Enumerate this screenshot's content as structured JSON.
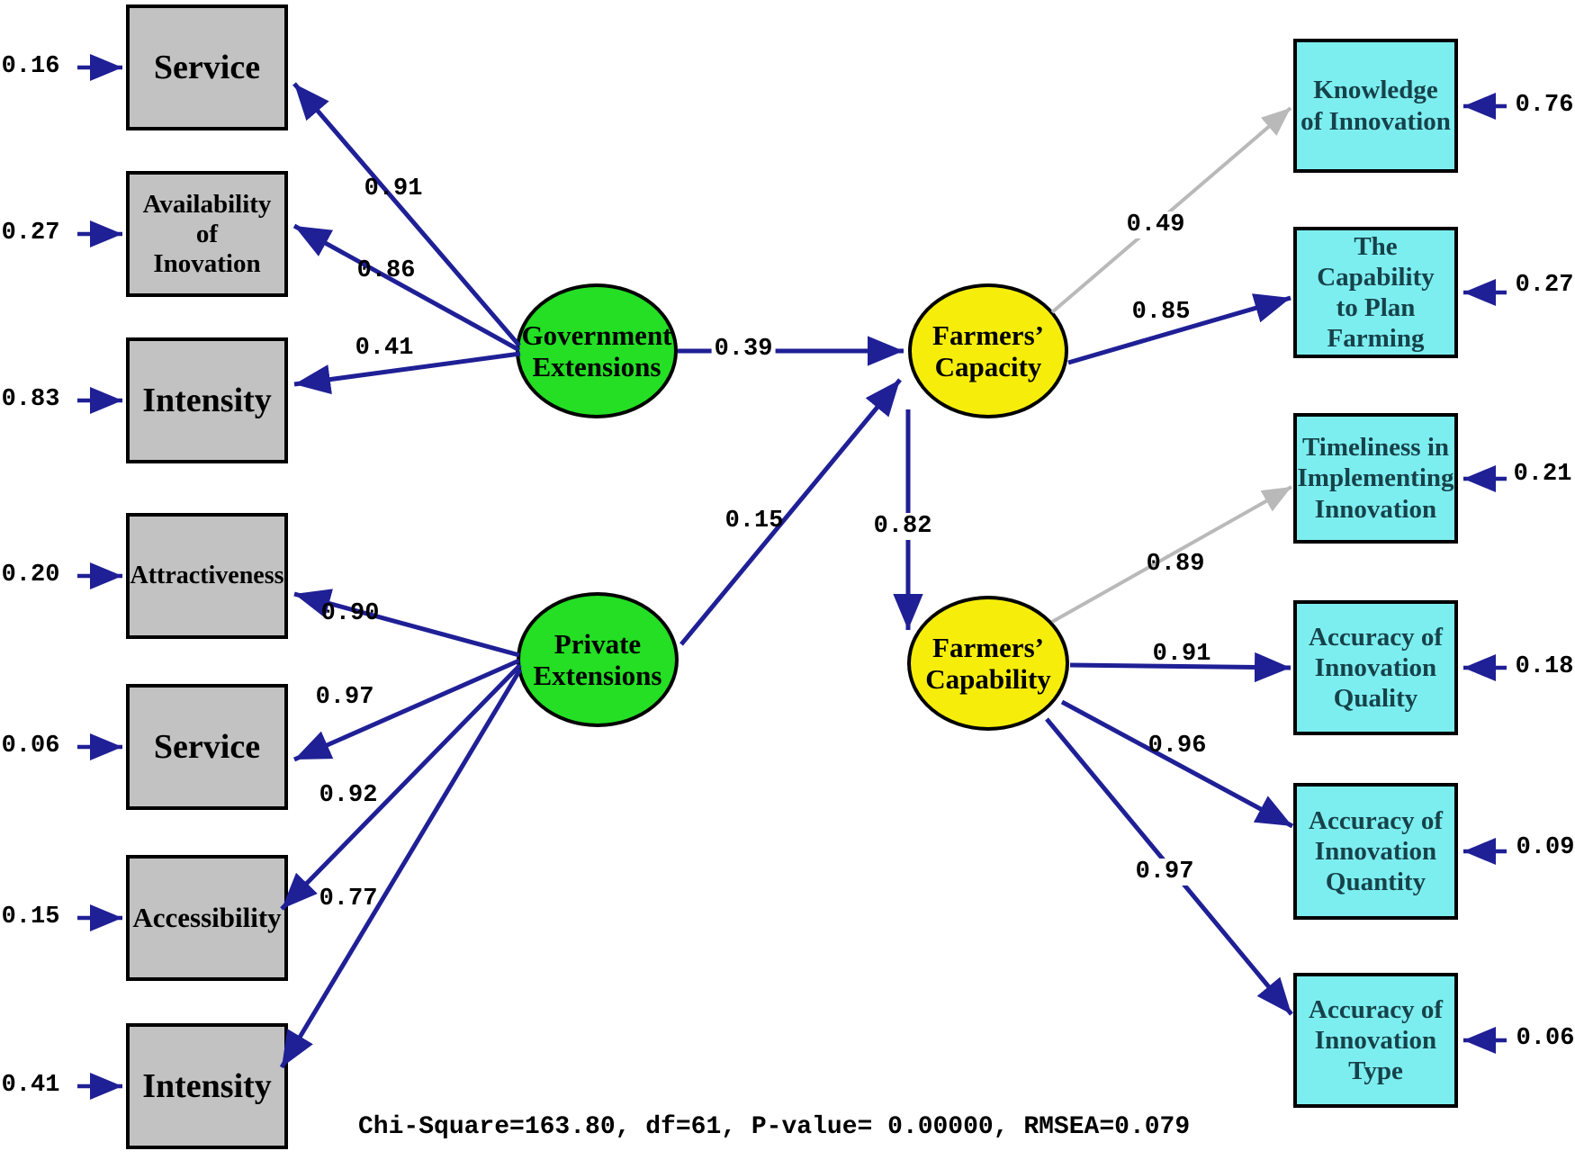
{
  "indicators_left": [
    {
      "lines": [
        "Service"
      ],
      "error": "0.16"
    },
    {
      "lines": [
        "Availability of",
        "Inovation"
      ],
      "error": "0.27"
    },
    {
      "lines": [
        "Intensity"
      ],
      "error": "0.83"
    },
    {
      "lines": [
        "Attractiveness"
      ],
      "error": "0.20"
    },
    {
      "lines": [
        "Service"
      ],
      "error": "0.06"
    },
    {
      "lines": [
        "Accessibility"
      ],
      "error": "0.15"
    },
    {
      "lines": [
        "Intensity"
      ],
      "error": "0.41"
    }
  ],
  "indicators_right": [
    {
      "lines": [
        "Knowledge",
        "of Innovation"
      ],
      "error": "0.76"
    },
    {
      "lines": [
        "The Capability",
        "to Plan",
        "Farming"
      ],
      "error": "0.27"
    },
    {
      "lines": [
        "Timeliness in",
        "Implementing",
        "Innovation"
      ],
      "error": "0.21"
    },
    {
      "lines": [
        "Accuracy of",
        "Innovation",
        "Quality"
      ],
      "error": "0.18"
    },
    {
      "lines": [
        "Accuracy of",
        "Innovation",
        "Quantity"
      ],
      "error": "0.09"
    },
    {
      "lines": [
        "Accuracy of",
        "Innovation",
        "Type"
      ],
      "error": "0.06"
    }
  ],
  "latents": {
    "government": {
      "lines": [
        "Government",
        "Extensions"
      ]
    },
    "private": {
      "lines": [
        "Private",
        "Extensions"
      ]
    },
    "capacity": {
      "lines": [
        "Farmers’",
        "Capacity"
      ]
    },
    "capability": {
      "lines": [
        "Farmers’",
        "Capability"
      ]
    }
  },
  "coefficients": {
    "gov_service": "0.91",
    "gov_availability": "0.86",
    "gov_intensity": "0.41",
    "priv_attractiveness": "0.90",
    "priv_service": "0.97",
    "priv_accessibility": "0.92",
    "priv_intensity": "0.77",
    "gov_to_capacity": "0.39",
    "priv_to_capacity": "0.15",
    "capacity_to_capability": "0.82",
    "capacity_knowledge": "0.49",
    "capacity_plan": "0.85",
    "capability_timeliness": "0.89",
    "capability_quality": "0.91",
    "capability_quantity": "0.96",
    "capability_type": "0.97"
  },
  "fit_statistics": "Chi-Square=163.80, df=61, P-value= 0.00000, RMSEA=0.079",
  "colors": {
    "indicator_left_fill": "#c2c2c2",
    "indicator_right_fill": "#7deef0",
    "exogenous_fill": "#24df24",
    "endogenous_fill": "#f6ee0a",
    "arrow_primary": "#1f1f96",
    "arrow_secondary": "#b9b9b9"
  }
}
